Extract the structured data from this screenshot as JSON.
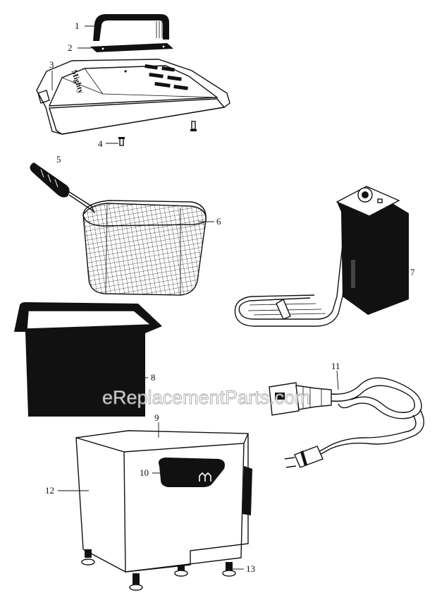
{
  "callouts": {
    "c1": "1",
    "c2": "2",
    "c3": "3",
    "c4": "4",
    "c5": "5",
    "c6": "6",
    "c7": "7",
    "c8": "8",
    "c9": "9",
    "c10": "10",
    "c11": "11",
    "c12": "12",
    "c13": "13"
  },
  "lid_brand": "Mighty",
  "watermark": "eReplacementParts.com"
}
